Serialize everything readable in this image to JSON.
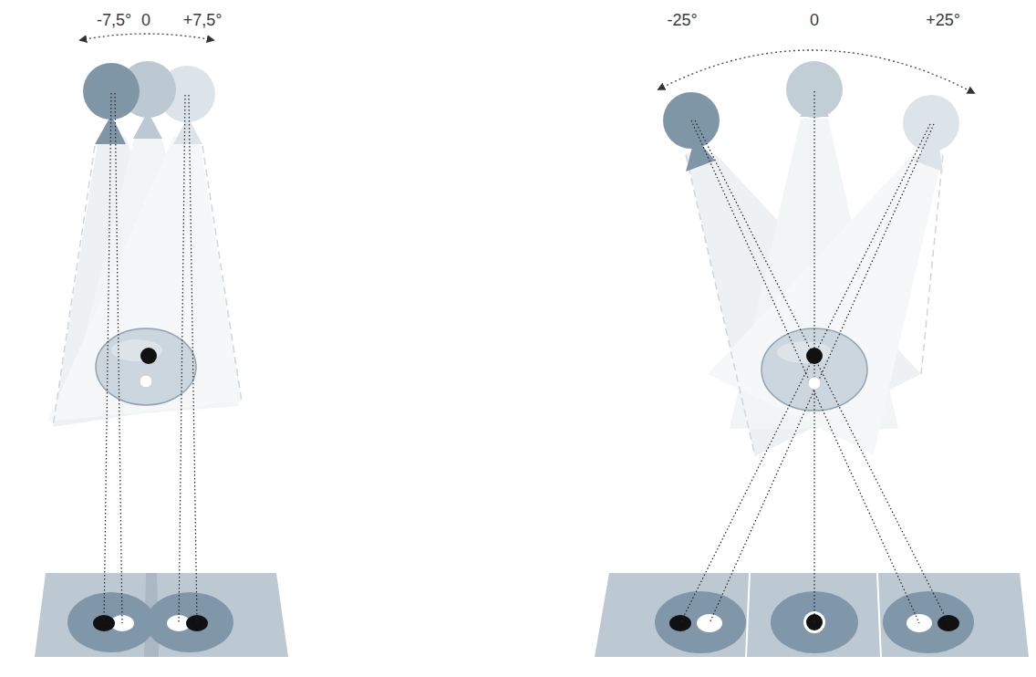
{
  "diagram": {
    "labels": [
      "-7,5°",
      "0",
      "+7,5°",
      "-25°",
      "0",
      "+25°"
    ]
  }
}
